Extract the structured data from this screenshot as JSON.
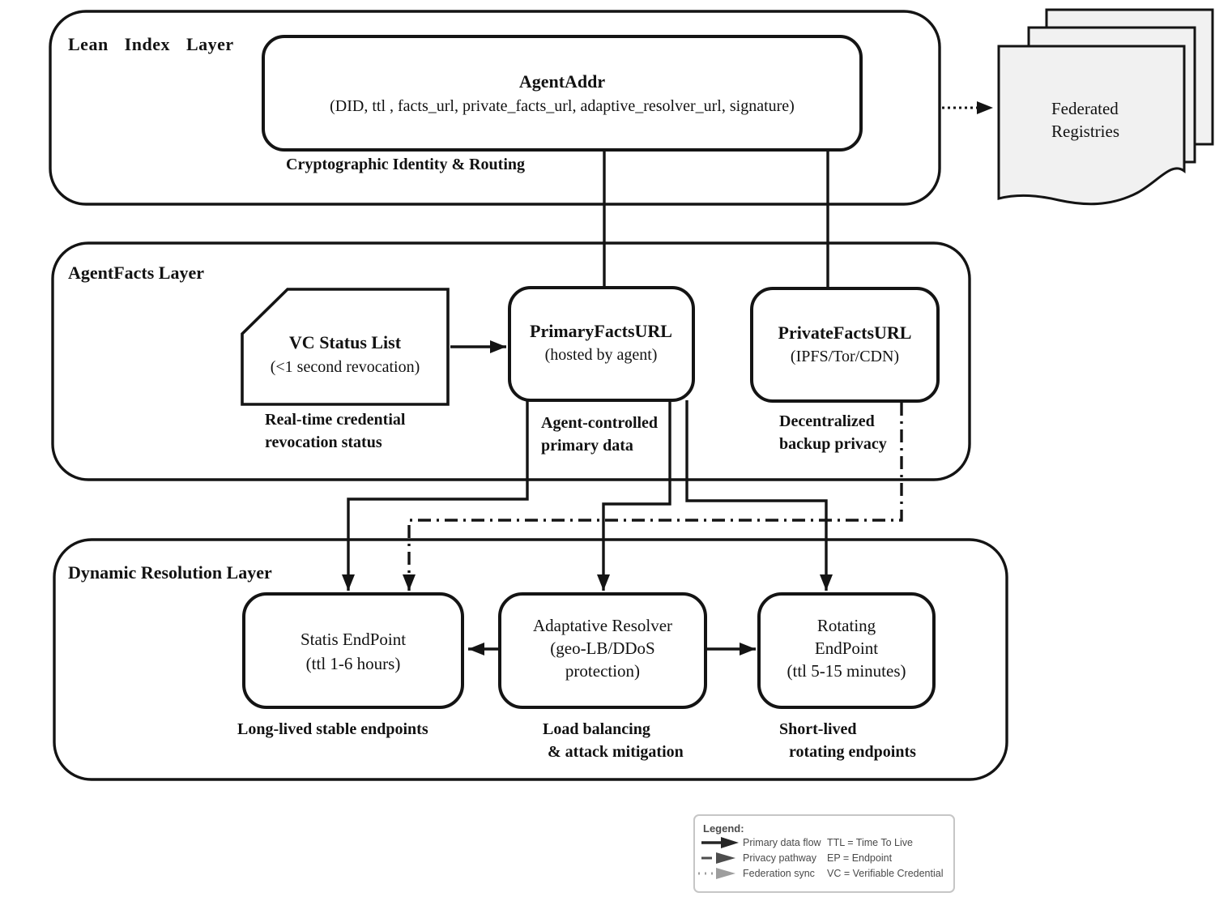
{
  "layers": {
    "lean": {
      "label": "Lean Index Layer",
      "agentaddr": {
        "title": "AgentAddr",
        "fields": "(DID, ttl , facts_url, private_facts_url, adaptive_resolver_url, signature)",
        "caption": "Cryptographic Identity & Routing"
      }
    },
    "agentfacts": {
      "label": "AgentFacts Layer",
      "vc_status_list": {
        "title": "VC Status List",
        "subtitle": "(<1 second revocation)",
        "caption1": "Real-time credential",
        "caption2": "revocation status"
      },
      "primary_facts_url": {
        "title": "PrimaryFactsURL",
        "subtitle": "(hosted by agent)",
        "caption1": "Agent-controlled",
        "caption2": "primary data"
      },
      "private_facts_url": {
        "title": "PrivateFactsURL",
        "subtitle": "(IPFS/Tor/CDN)",
        "caption1": "Decentralized",
        "caption2": "backup privacy"
      }
    },
    "dynamic": {
      "label": "Dynamic Resolution Layer",
      "static_endpoint": {
        "title": "Statis EndPoint",
        "subtitle": "(ttl 1-6 hours)",
        "caption1": "Long-lived stable endpoints"
      },
      "adaptive_resolver": {
        "title": "Adaptative Resolver",
        "subtitle1": "(geo-LB/DDoS",
        "subtitle2": "protection)",
        "caption1": "Load balancing",
        "caption2": "& attack mitigation"
      },
      "rotating_endpoint": {
        "title1": "Rotating",
        "title2": "EndPoint",
        "subtitle": "(ttl 5-15 minutes)",
        "caption1": "Short-lived",
        "caption2": "rotating endpoints"
      }
    }
  },
  "federated_registries": {
    "line1": "Federated",
    "line2": "Registries"
  },
  "legend": {
    "title": "Legend:",
    "rows": [
      {
        "label": "Primary data flow",
        "abbr": "TTL = Time To Live"
      },
      {
        "label": "Privacy pathway",
        "abbr": "EP = Endpoint"
      },
      {
        "label": "Federation sync",
        "abbr": "VC = Verifiable Credential"
      }
    ]
  },
  "colors": {
    "ink": "#141414",
    "page_fill": "#f1f1f1",
    "legend_border": "#c6c6c6",
    "legend_text": "#4a4a4a",
    "arrow_black": "#262626",
    "arrow_dark_gray": "#4d4d4d",
    "arrow_light_gray": "#9e9e9e"
  }
}
